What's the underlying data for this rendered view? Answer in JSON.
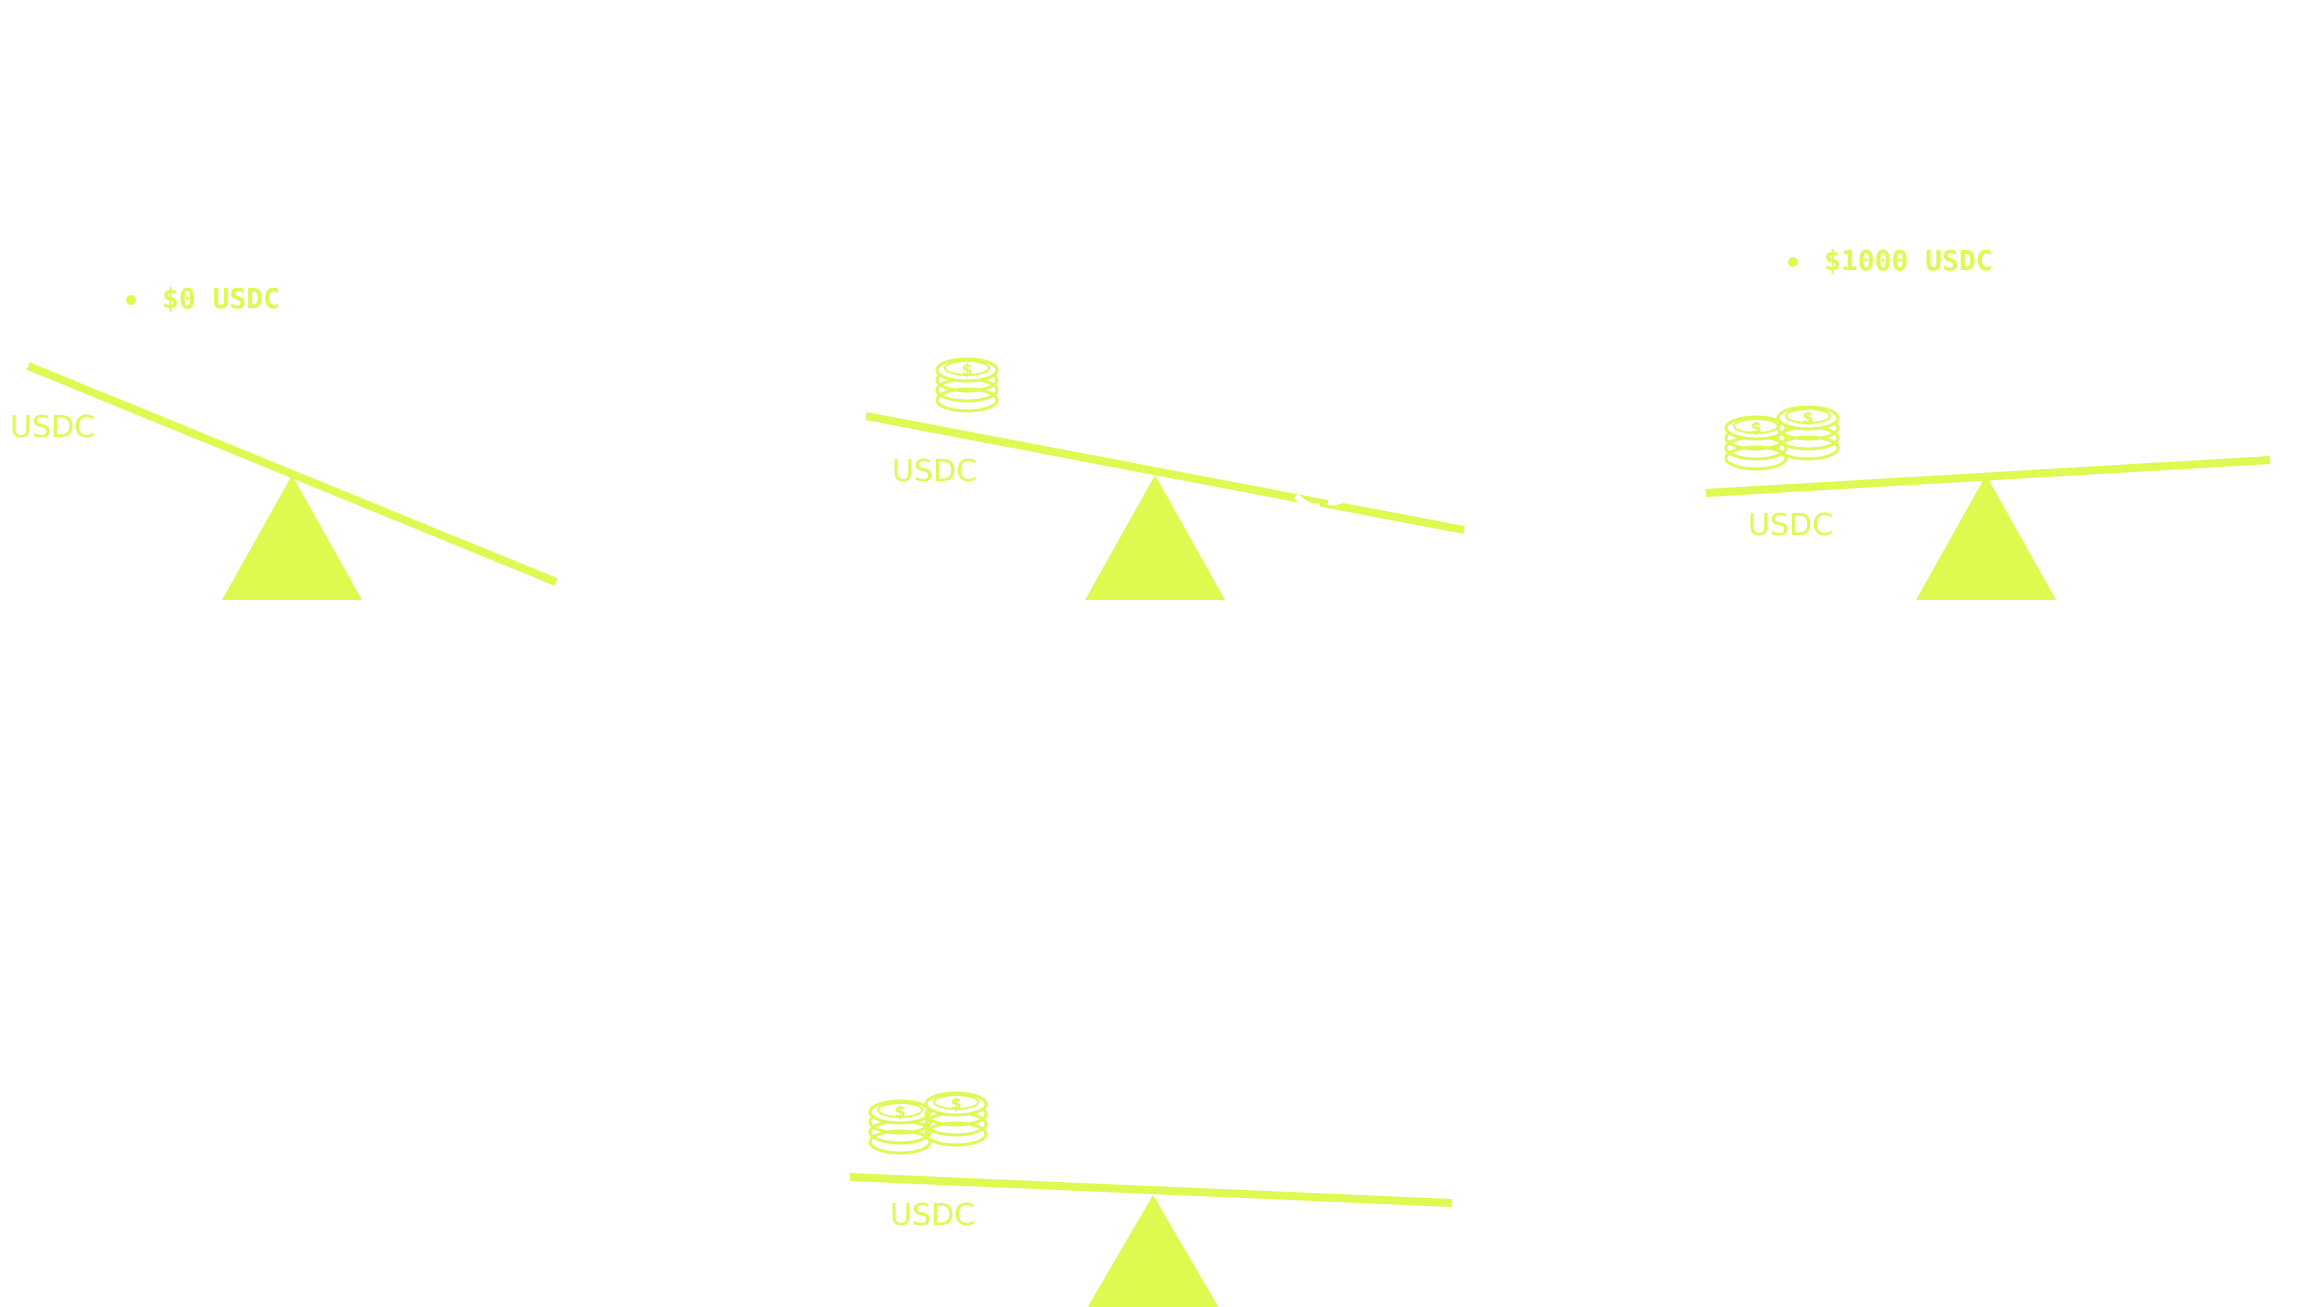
{
  "notes": {
    "balance_zero": "$0 USDC",
    "balance_thousand": "$1000 USDC"
  },
  "labels": {
    "usdc": "USDC"
  },
  "colors": {
    "accent": "#dcfa50",
    "background": "#ffffff",
    "coin_stroke": "#dcfa50"
  },
  "icons": {
    "coin": "dollar-coin-stack-icon"
  }
}
